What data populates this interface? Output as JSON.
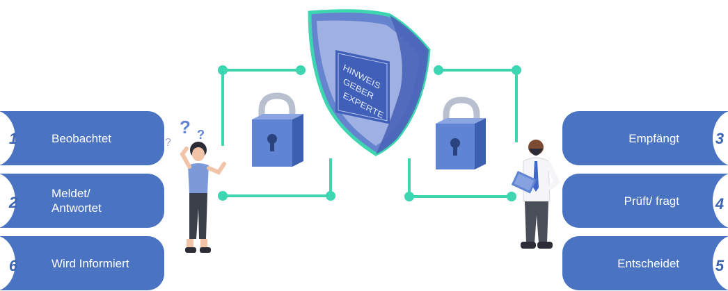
{
  "steps_left": [
    {
      "number": "1",
      "label": "Beobachtet"
    },
    {
      "number": "2",
      "label": "Meldet/\nAntwortet"
    },
    {
      "number": "6",
      "label": "Wird Informiert"
    }
  ],
  "steps_right": [
    {
      "number": "3",
      "label": "Empfängt"
    },
    {
      "number": "4",
      "label": "Prüft/ fragt"
    },
    {
      "number": "5",
      "label": "Entscheidet"
    }
  ],
  "shield": {
    "lines": [
      "HINWEIS",
      "GEBER",
      "EXPERTE"
    ]
  },
  "colors": {
    "pill": "#4a73c2",
    "accent": "#3ed6b0",
    "shield": "#5c79c9",
    "number": "#3b64b3"
  }
}
